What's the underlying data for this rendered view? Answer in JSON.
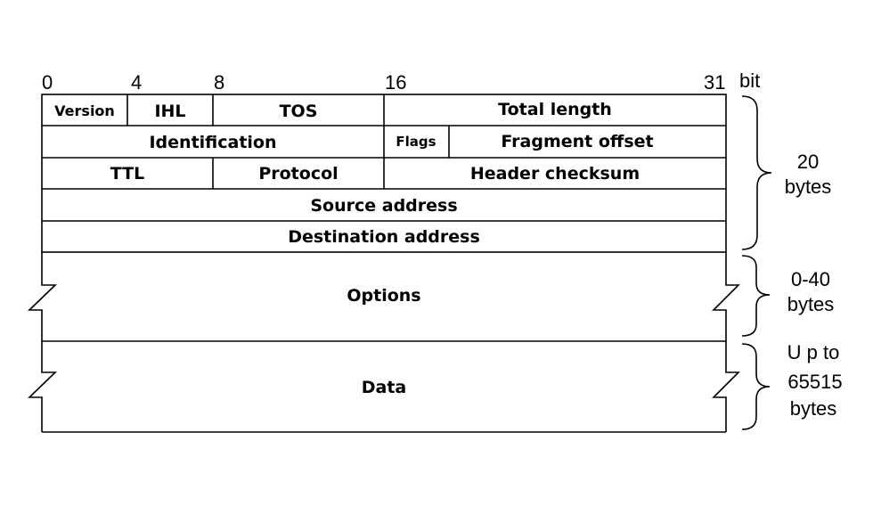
{
  "bit_scale": {
    "ticks": [
      "0",
      "4",
      "8",
      "16",
      "31"
    ],
    "unit": "bit"
  },
  "header": {
    "row1": {
      "version": "Version",
      "ihl": "IHL",
      "tos": "TOS",
      "total_length": "Total length"
    },
    "row2": {
      "identification": "Identification",
      "flags": "Flags",
      "fragment_offset": "Fragment offset"
    },
    "row3": {
      "ttl": "TTL",
      "protocol": "Protocol",
      "header_checksum": "Header checksum"
    },
    "row4": {
      "source_address": "Source address"
    },
    "row5": {
      "destination_address": "Destination address"
    }
  },
  "options": {
    "label": "Options"
  },
  "data_section": {
    "label": "Data"
  },
  "sizes": {
    "header": {
      "line1": "20",
      "line2": "bytes"
    },
    "options": {
      "line1": "0-40",
      "line2": "bytes"
    },
    "data": {
      "line1": "U p to",
      "line2": "65515",
      "line3": "bytes"
    }
  }
}
